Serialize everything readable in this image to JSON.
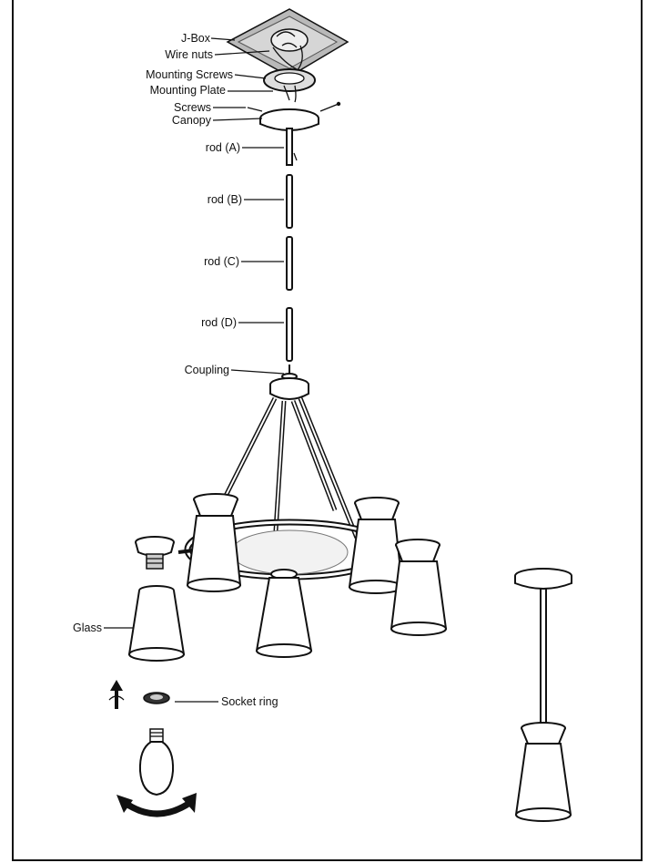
{
  "labels": {
    "jbox": "J-Box",
    "wire_nuts": "Wire nuts",
    "mounting_screws": "Mounting Screws",
    "mounting_plate": "Mounting Plate",
    "screws": "Screws",
    "canopy": "Canopy",
    "rod_a": "rod (A)",
    "rod_b": "rod (B)",
    "rod_c": "rod (C)",
    "rod_d": "rod (D)",
    "coupling": "Coupling",
    "glass": "Glass",
    "socket_ring": "Socket ring"
  }
}
